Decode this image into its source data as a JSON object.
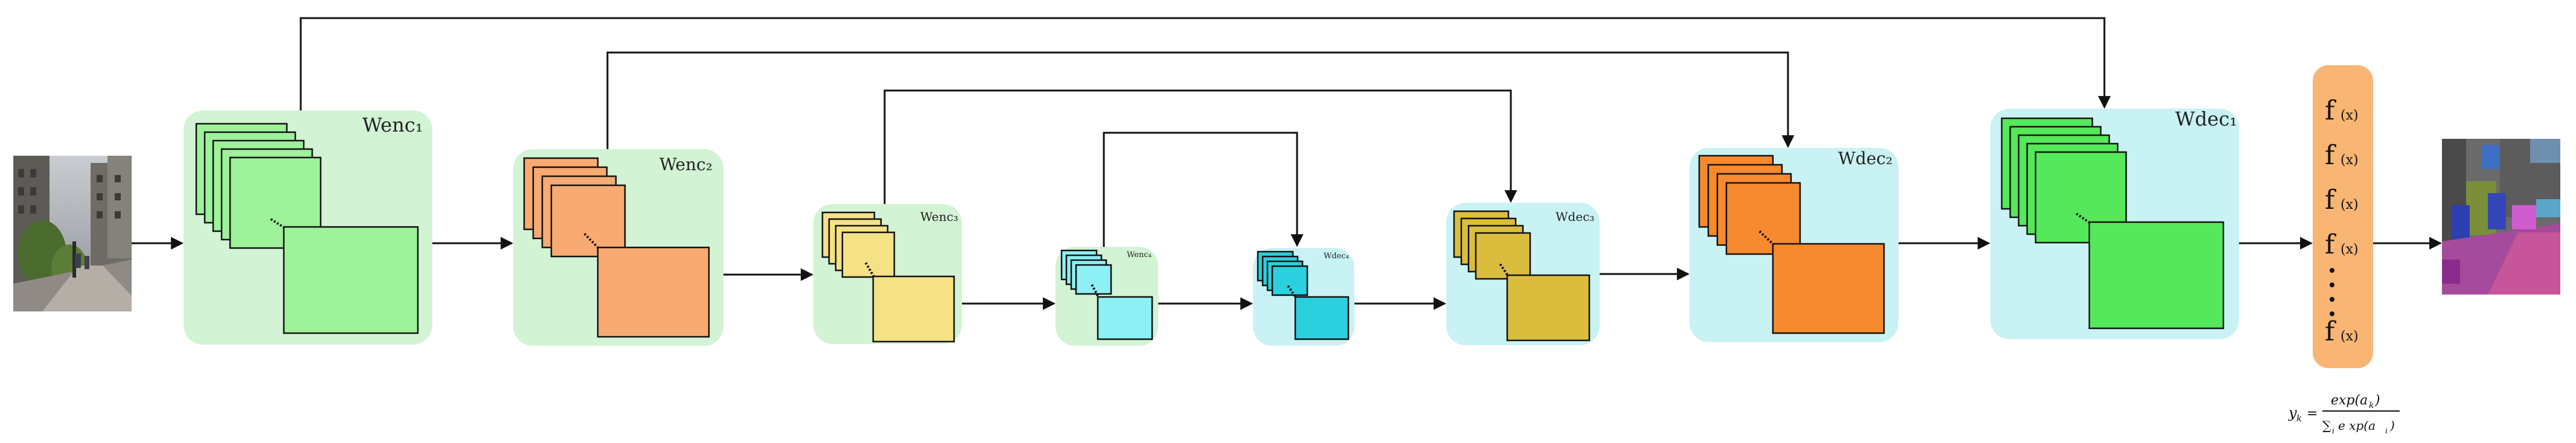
{
  "diagram": {
    "stages": [
      {
        "id": "enc1",
        "label": "Wenc₁",
        "fill": "#9df29a",
        "bg": "#d2f3d4"
      },
      {
        "id": "enc2",
        "label": "Wenc₂",
        "fill": "#f7aa72",
        "bg": "#d2f3d4"
      },
      {
        "id": "enc3",
        "label": "Wenc₃",
        "fill": "#f5e285",
        "bg": "#d2f3d4"
      },
      {
        "id": "enc4",
        "label": "Wenc₄",
        "fill": "#8df0f4",
        "bg": "#d2f3d4"
      },
      {
        "id": "dec4",
        "label": "Wdec₄",
        "fill": "#2ad0de",
        "bg": "#c9f2f4"
      },
      {
        "id": "dec3",
        "label": "Wdec₃",
        "fill": "#dbbd3e",
        "bg": "#c9f2f4"
      },
      {
        "id": "dec2",
        "label": "Wdec₂",
        "fill": "#f78a2e",
        "bg": "#c9f2f4"
      },
      {
        "id": "dec1",
        "label": "Wdec₁",
        "fill": "#55e85a",
        "bg": "#c9f2f4"
      }
    ],
    "softmax": {
      "bg": "#f9b573",
      "function_label": "f",
      "argument_label": "(x)",
      "formula_lhs": "y",
      "formula_lhs_sub": "k",
      "formula_eq": "=",
      "formula_numerator": "exp(a",
      "formula_numerator_sub": "k",
      "formula_numerator_end": ")",
      "formula_denominator_sum": "∑",
      "formula_denominator_sum_sub": "i",
      "formula_denominator": "e xp(a",
      "formula_denominator_sub": "i",
      "formula_denominator_end": ")"
    },
    "input_image": {
      "description_icon": "street-photo-icon"
    },
    "output_image": {
      "description_icon": "segmentation-map-icon"
    },
    "colors": {
      "arrow": "#111111",
      "frame_stroke": "#111111"
    }
  }
}
